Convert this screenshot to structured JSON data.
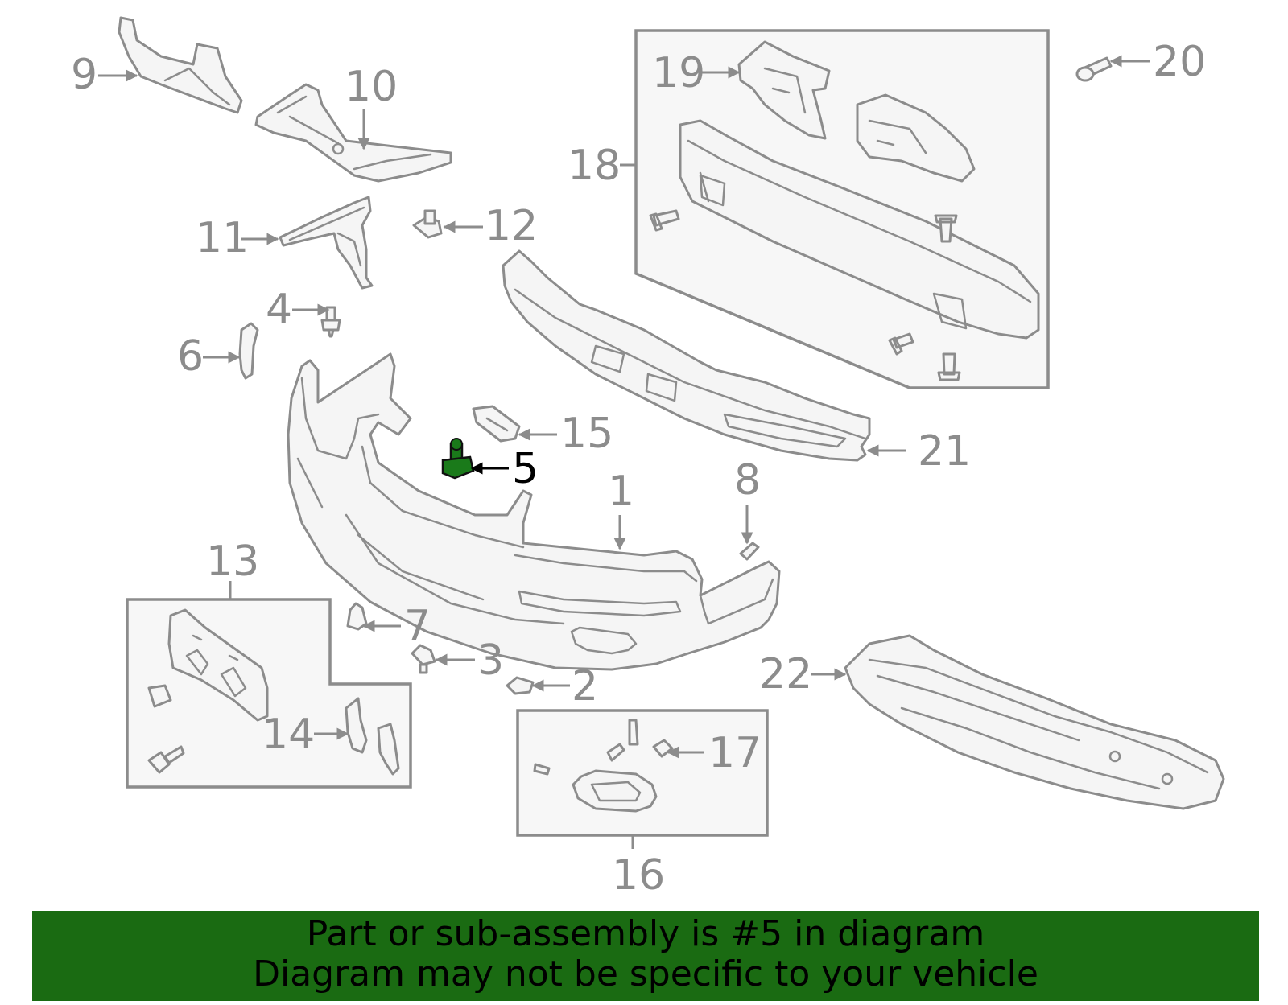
{
  "diagram": {
    "highlighted_part": "5",
    "highlight_color": "#1a6b12",
    "callouts": {
      "c1": "1",
      "c2": "2",
      "c3": "3",
      "c4": "4",
      "c5": "5",
      "c6": "6",
      "c7": "7",
      "c8": "8",
      "c9": "9",
      "c10": "10",
      "c11": "11",
      "c12": "12",
      "c13": "13",
      "c14": "14",
      "c15": "15",
      "c16": "16",
      "c17": "17",
      "c18": "18",
      "c19": "19",
      "c20": "20",
      "c21": "21",
      "c22": "22"
    }
  },
  "banner": {
    "line1": "Part or sub-assembly is #5 in diagram",
    "line2": "Diagram may not be specific to your vehicle",
    "background": "#1a6b12"
  }
}
